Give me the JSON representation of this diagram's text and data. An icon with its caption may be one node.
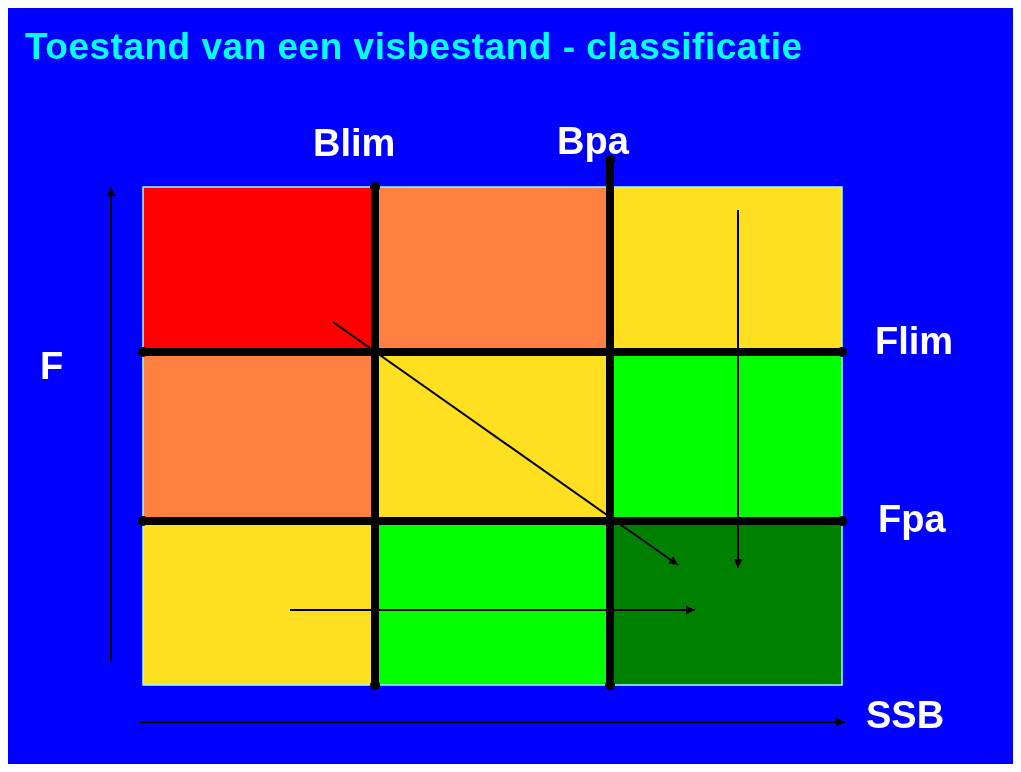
{
  "diagram": {
    "title": "Toestand van een visbestand - classificatie",
    "labels": [
      "Blim",
      "Bpa",
      "Flim",
      "F",
      "Fpa",
      "SSB"
    ]
  }
}
